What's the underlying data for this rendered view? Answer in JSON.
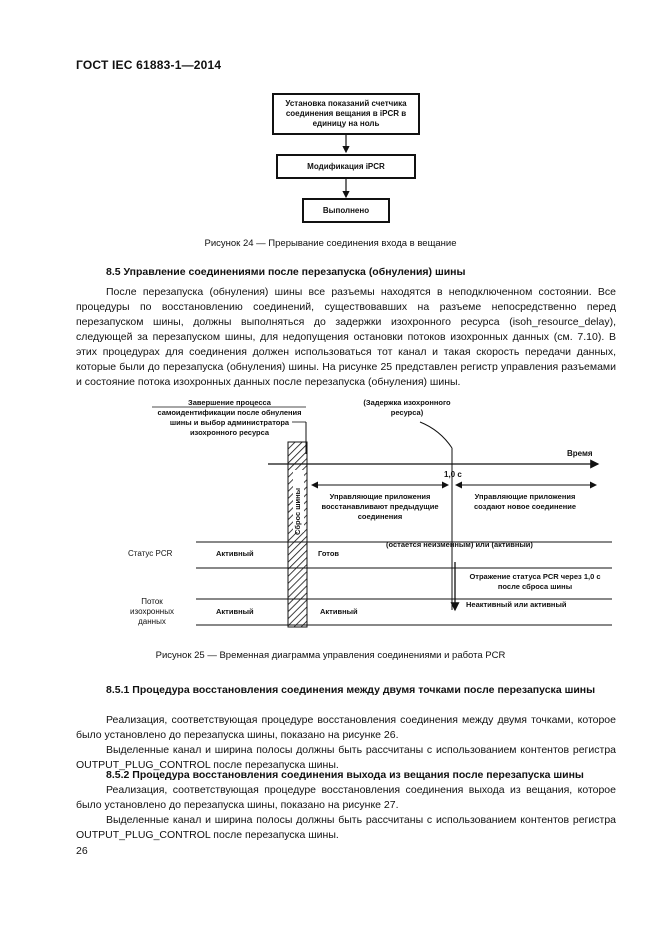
{
  "header": {
    "doc_id": "ГОСТ IEC 61883-1—2014"
  },
  "figure24": {
    "box1": "Установка показаний счетчика соединения вещания в iPCR в единицу на ноль",
    "box2": "Модификация iPCR",
    "box3": "Выполнено",
    "caption": "Рисунок  24 — Прерывание соединения входа в вещание"
  },
  "section85": {
    "title": "8.5  Управление соединениями после перезапуска (обнуления) шины",
    "paragraph": "После перезапуска (обнуления) шины все разъемы находятся в неподключенном состоянии. Все процедуры по восстановлению соединений, существовавших на разъеме непосредственно перед перезапуском шины, должны выполняться до задержки изохронного ресурса (isoh_resource_delay), следующей за перезапуском шины, для недопущения остановки потоков изохронных данных (см. 7.10). В этих процедурах для соединения должен использоваться тот канал и такая скорость передачи данных, которые были до перезапуска (обнуления) шины. На рисунке 25 представлен регистр управления разъемами и состояние потока изохронных данных после перезапуска (обнуления) шины."
  },
  "figure25": {
    "top_left_label": "Завершение процесса самоидентификации после обнуления шины и выбор администратора изохронного ресурса",
    "top_right_label": "(Задержка изохронного ресурса)",
    "time_label": "Время",
    "one_sec": "1,0 с",
    "reset_label": "Сброс шины",
    "left_region": "Управляющие приложения восстанавливают предыдущие соединения",
    "right_region": "Управляющие приложения создают новое соединение",
    "pcr_status_label": "Статус PCR",
    "pcr_active": "Активный",
    "pcr_ready": "Готов",
    "pcr_unchanged": "(остается неизменным) или (активный)",
    "pcr_reflection": "Отражение статуса PCR через 1,0 с после сброса шины",
    "pcr_final": "Неактивный или активный",
    "iso_label": "Поток изохронных данных",
    "iso_active_left": "Активный",
    "iso_active_right": "Активный",
    "caption": "Рисунок  25 — Временная диаграмма управления соединениями и работа PCR"
  },
  "section851": {
    "title": "8.5.1  Процедура  восстановления  соединения  между  двумя  точками  после  перезапуска шины",
    "p1": "Реализация, соответствующая процедуре восстановления соединения между двумя точками, которое было установлено до перезапуска шины, показано на рисунке 26.",
    "p2": "Выделенные канал и ширина полосы должны быть рассчитаны с использованием контентов регистра OUTPUT_PLUG_CONTROL после перезапуска шины."
  },
  "section852": {
    "title": "8.5.2  Процедура восстановления соединения выхода из вещания после перезапуска шины",
    "p1": "Реализация, соответствующая процедуре восстановления соединения выхода из вещания, которое было установлено до перезапуска шины, показано на рисунке 27.",
    "p2": "Выделенные канал и ширина полосы должны быть рассчитаны с использованием контентов регистра OUTPUT_PLUG_CONTROL после перезапуска шины."
  },
  "footer": {
    "page_number": "26"
  }
}
